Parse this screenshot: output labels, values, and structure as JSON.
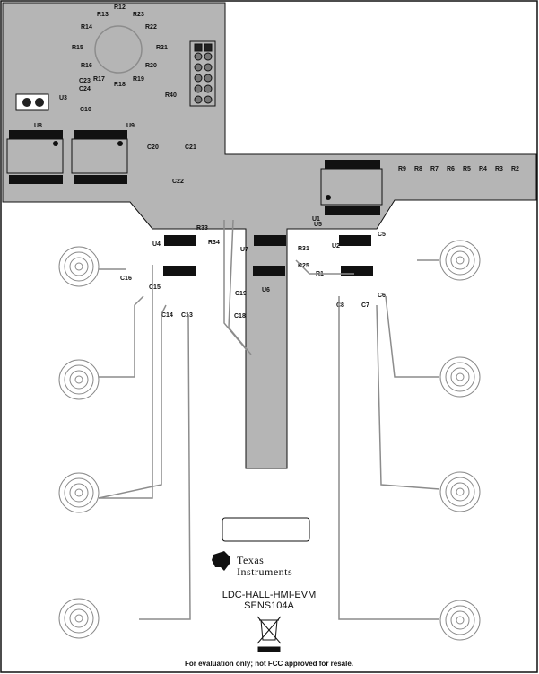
{
  "board": {
    "name": "LDC-HALL-HMI-EVM",
    "part": "SENS104A",
    "disclaimer": "For evaluation only; not FCC approved for resale.",
    "logo_text_line1": "Texas",
    "logo_text_line2": "Instruments"
  },
  "colors": {
    "copper": "#b5b5b5",
    "trace": "#8c8c8c",
    "outline": "#111111",
    "silk": "#111111",
    "pad": "#9a9a9a"
  },
  "labels": {
    "ring_resistors": [
      "R12",
      "R13",
      "R23",
      "R22",
      "R21",
      "R20",
      "R19",
      "R18",
      "R17",
      "R16",
      "R15",
      "R14"
    ],
    "top_left": [
      "R40",
      "C23",
      "C24",
      "U3",
      "C10",
      "U8",
      "U9",
      "C20",
      "C21",
      "C22",
      "U4",
      "C16",
      "C15",
      "C14",
      "C13"
    ],
    "mid": [
      "R33",
      "R34",
      "U7",
      "C19",
      "C18",
      "U6",
      "R31",
      "R25",
      "R1",
      "U5",
      "U2",
      "C5",
      "C6",
      "C7",
      "C8"
    ],
    "right_resistors": [
      "R9",
      "R8",
      "R7",
      "R6",
      "R5",
      "R4",
      "R3",
      "R2"
    ],
    "misc": [
      "U1"
    ]
  }
}
